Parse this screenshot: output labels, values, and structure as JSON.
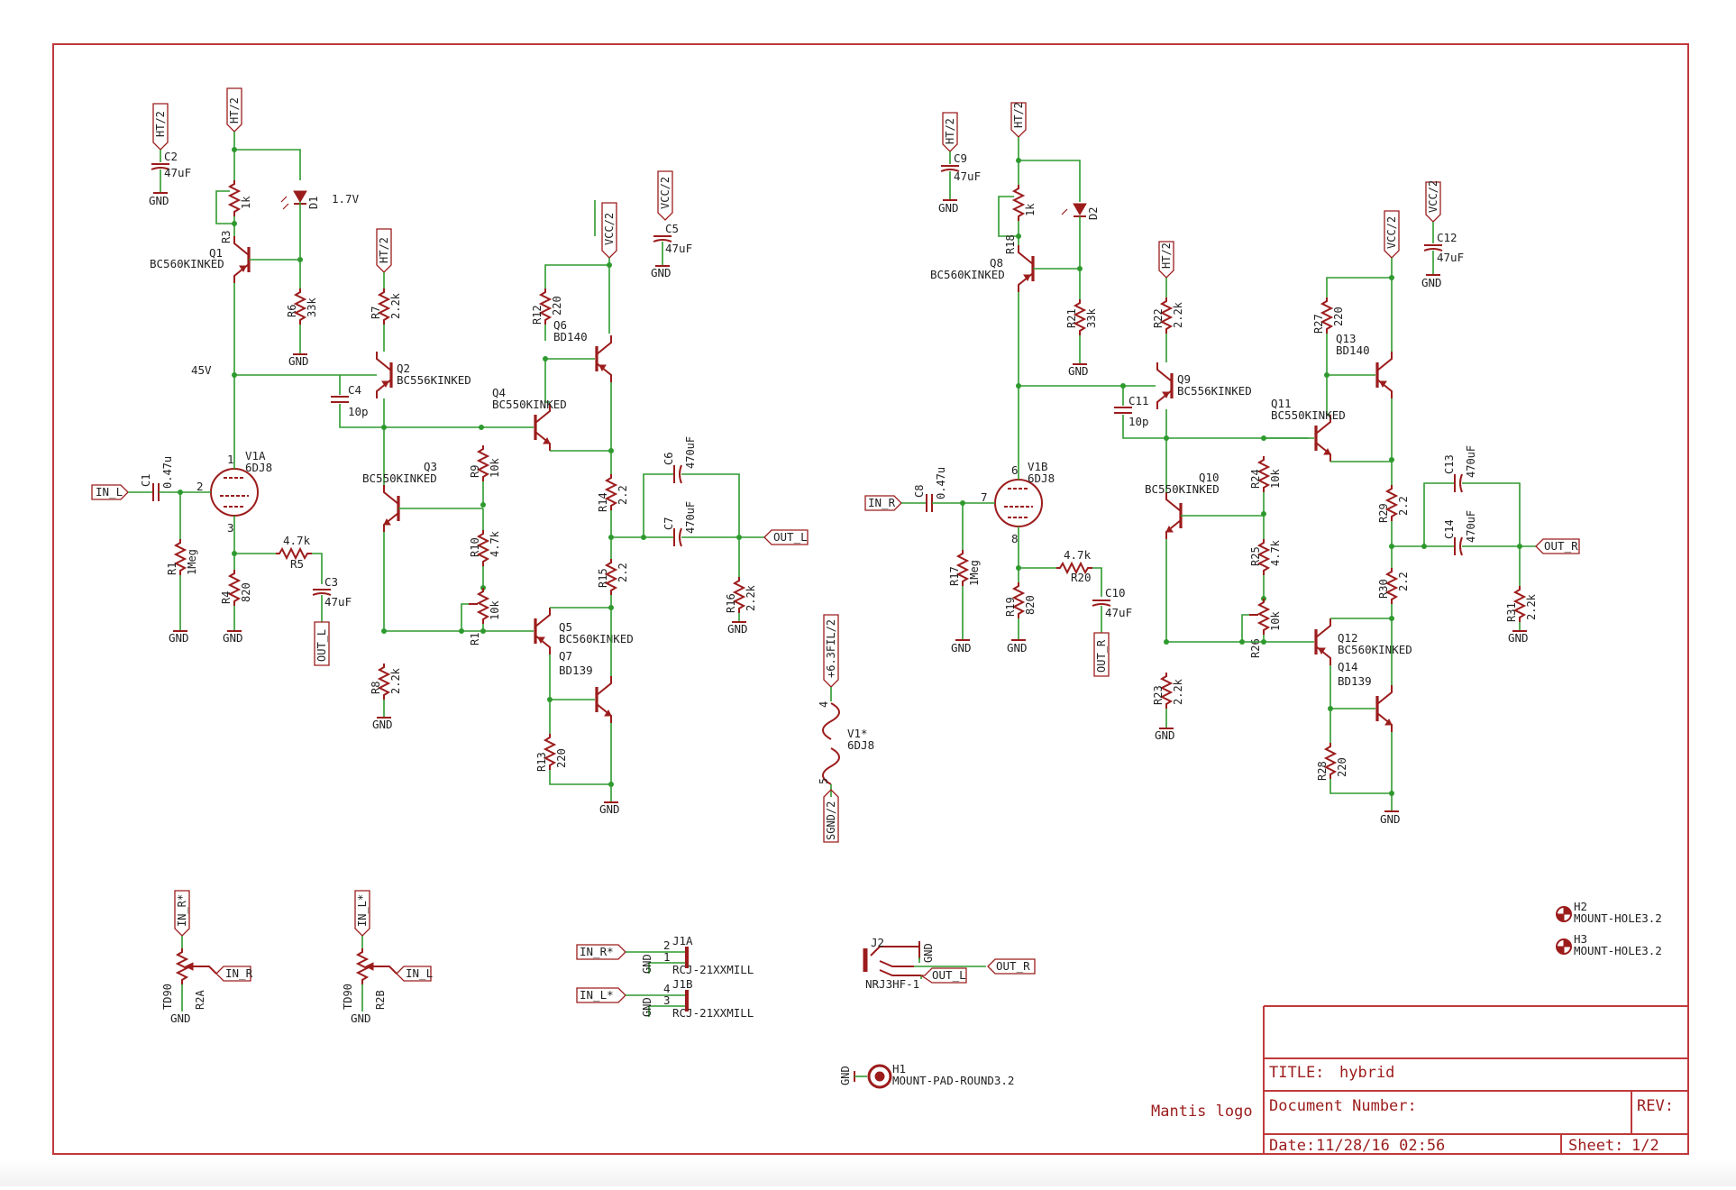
{
  "title_block": {
    "title_label": "TITLE:",
    "title_value": "hybrid",
    "doc_label": "Document Number:",
    "rev_label": "REV:",
    "date_label": "Date:",
    "date_value": "11/28/16 02:56",
    "sheet_label": "Sheet:",
    "sheet_value": "1/2"
  },
  "logo_text": "Mantis logo",
  "left_channel": {
    "ht": "HT/2",
    "c2": "C2",
    "c2v": "47uF",
    "gnd": "GND",
    "r3": "R3",
    "r3v": "1k",
    "d1": "D1",
    "d1v": "1.7V",
    "q1": "Q1",
    "q1v": "BC560KINKED",
    "r6": "R6",
    "r6v": "33k",
    "v45": "45V",
    "r7": "R7",
    "r7v": "2.2k",
    "q2": "Q2",
    "q2v": "BC556KINKED",
    "c4": "C4",
    "c4v": "10p",
    "vcc": "VCC/2",
    "c5": "C5",
    "c5v": "47uF",
    "r12": "R12",
    "r12v": "220",
    "q6": "Q6",
    "q6v": "BD140",
    "q4": "Q4",
    "q4v": "BC550KINKED",
    "q3": "Q3",
    "q3v": "BC550KINKED",
    "r9": "R9",
    "r9v": "10k",
    "r10": "R10",
    "r10v": "4.7k",
    "r1": "R1",
    "r1v": "10k",
    "v1a": "V1A",
    "v1av": "6DJ8",
    "c1": "C1",
    "c1v": "0.47u",
    "in": "IN_L",
    "r1m": "R1",
    "r1mv": "1Meg",
    "r4": "R4",
    "r4v": "820",
    "r5": "R5",
    "r5v": "4.7k",
    "c3": "C3",
    "c3v": "47uF",
    "outl": "OUT_L",
    "r14": "R14",
    "r14v": "2.2",
    "r15": "R15",
    "r15v": "2.2",
    "c6": "C6",
    "c6v": "470uF",
    "c7": "C7",
    "c7v": "470uF",
    "out": "OUT_L",
    "r16": "R16",
    "r16v": "2.2k",
    "q5": "Q5",
    "q5v": "BC560KINKED",
    "q7": "Q7",
    "q7v": "BD139",
    "r8": "R8",
    "r8v": "2.2k",
    "r13": "R13",
    "r13v": "220",
    "pin1": "1",
    "pin2": "2",
    "pin3": "3"
  },
  "right_channel": {
    "ht": "HT/2",
    "c9": "C9",
    "c9v": "47uF",
    "gnd": "GND",
    "r18": "R18",
    "r18v": "1k",
    "d2": "D2",
    "q8": "Q8",
    "q8v": "BC560KINKED",
    "r21": "R21",
    "r21v": "33k",
    "r22": "R22",
    "r22v": "2.2k",
    "q9": "Q9",
    "q9v": "BC556KINKED",
    "c11": "C11",
    "c11v": "10p",
    "vcc": "VCC/2",
    "c12": "C12",
    "c12v": "47uF",
    "r27": "R27",
    "r27v": "220",
    "q13": "Q13",
    "q13v": "BD140",
    "q11": "Q11",
    "q11v": "BC550KINKED",
    "q10": "Q10",
    "q10v": "BC550KINKED",
    "r24": "R24",
    "r24v": "10k",
    "r25": "R25",
    "r25v": "4.7k",
    "r26": "R26",
    "r26v": "10k",
    "v1b": "V1B",
    "v1bv": "6DJ8",
    "c8": "C8",
    "c8v": "0.47u",
    "in": "IN_R",
    "r17": "R17",
    "r17v": "1Meg",
    "r19": "R19",
    "r19v": "820",
    "r20": "R20",
    "r20v": "4.7k",
    "c10": "C10",
    "c10v": "47uF",
    "outr": "OUT_R",
    "r29": "R29",
    "r29v": "2.2",
    "r30": "R30",
    "r30v": "2.2",
    "c13": "C13",
    "c13v": "470uF",
    "c14": "C14",
    "c14v": "470uF",
    "out": "OUT_R",
    "r31": "R31",
    "r31v": "2.2k",
    "q12": "Q12",
    "q12v": "BC560KINKED",
    "q14": "Q14",
    "q14v": "BD139",
    "r23": "R23",
    "r23v": "2.2k",
    "r28": "R28",
    "r28v": "220",
    "pin6": "6",
    "pin7": "7",
    "pin8": "8"
  },
  "heater": {
    "top": "+6.3FIL/2",
    "bot": "SGND/2",
    "v1": "V1*",
    "v1v": "6DJ8",
    "p4": "4",
    "p5": "5"
  },
  "pots": {
    "a_in": "IN_R*",
    "a_out": "IN_R",
    "a_ref": "R2A",
    "a_val": "TD90",
    "a_gnd": "GND",
    "b_in": "IN_L*",
    "b_out": "IN_L",
    "b_ref": "R2B",
    "b_val": "TD90",
    "b_gnd": "GND"
  },
  "jacks": {
    "j1a_net": "IN_R*",
    "j1a": "J1A",
    "j1a_v": "RCJ-21XXMILL",
    "j1a_p2": "2",
    "j1a_p1": "1",
    "j1b_net": "IN_L*",
    "j1b": "J1B",
    "j1b_v": "RCJ-21XXMILL",
    "j1b_p4": "4",
    "j1b_p3": "3",
    "gnd": "GND",
    "j2": "J2",
    "j2v": "NRJ3HF-1",
    "j2_outr": "OUT_R",
    "j2_outl": "OUT_L",
    "j2_gnd": "GND"
  },
  "mounts": {
    "h1": "H1",
    "h1v": "MOUNT-PAD-ROUND3.2",
    "h1_gnd": "GND",
    "h2": "H2",
    "h2v": "MOUNT-HOLE3.2",
    "h3": "H3",
    "h3v": "MOUNT-HOLE3.2"
  }
}
